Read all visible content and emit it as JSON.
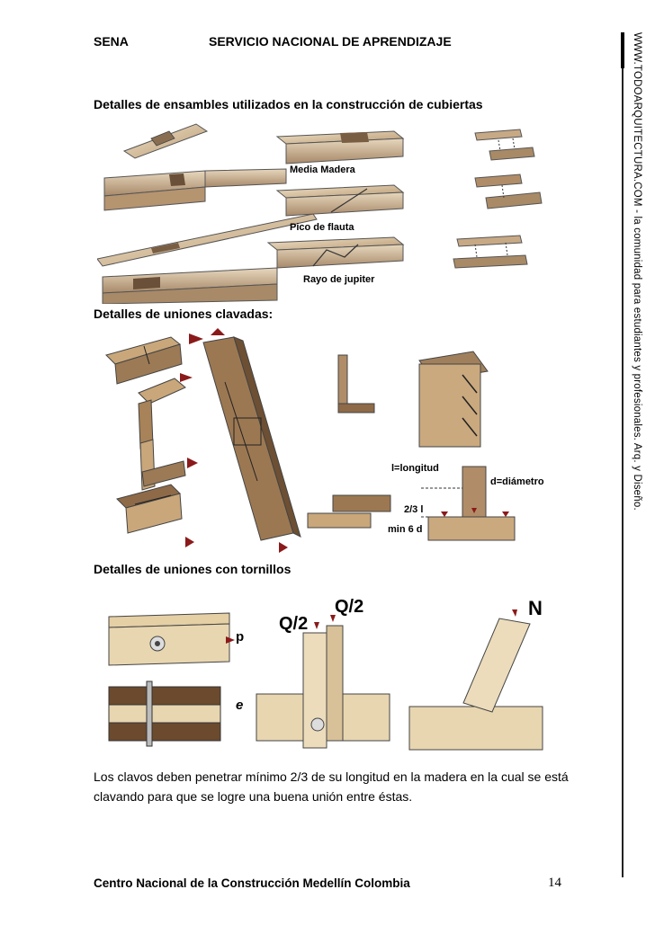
{
  "header": {
    "left": "SENA",
    "center": "SERVICIO NACIONAL DE APRENDIZAJE"
  },
  "sidebar": {
    "text": "WWW.TODOARQUITECTURA.COM - la comunidad para estudiantes y profesionales. Arq. y Diseño."
  },
  "sections": {
    "ensambles_title": "Detalles de ensambles utilizados en la construcción de cubiertas",
    "clavadas_title": "Detalles de uniones clavadas:",
    "tornillos_title": "Detalles de uniones con tornillos"
  },
  "figure_labels": {
    "media_madera": "Media Madera",
    "pico_flauta": "Pico de flauta",
    "rayo_jupiter": "Rayo de jupiter",
    "longitud": "l=longitud",
    "diametro": "d=diámetro",
    "dos_tercios": "2/3 l",
    "min6d": "min 6 d",
    "p": "p",
    "e": "e",
    "q2_left": "Q/2",
    "q2_right": "Q/2",
    "n": "N"
  },
  "body": {
    "paragraph": "Los clavos deben penetrar mínimo 2/3 de su longitud en la madera en la cual se está clavando para que se logre una buena unión entre éstas."
  },
  "footer": {
    "left": "Centro Nacional de la Construcción Medellín Colombia",
    "page_number": "14"
  },
  "colors": {
    "wood_light": "#e8d6b4",
    "wood_mid": "#c9a77a",
    "wood_dark": "#6b4a2e",
    "arrow_red": "#8b1a1a"
  }
}
